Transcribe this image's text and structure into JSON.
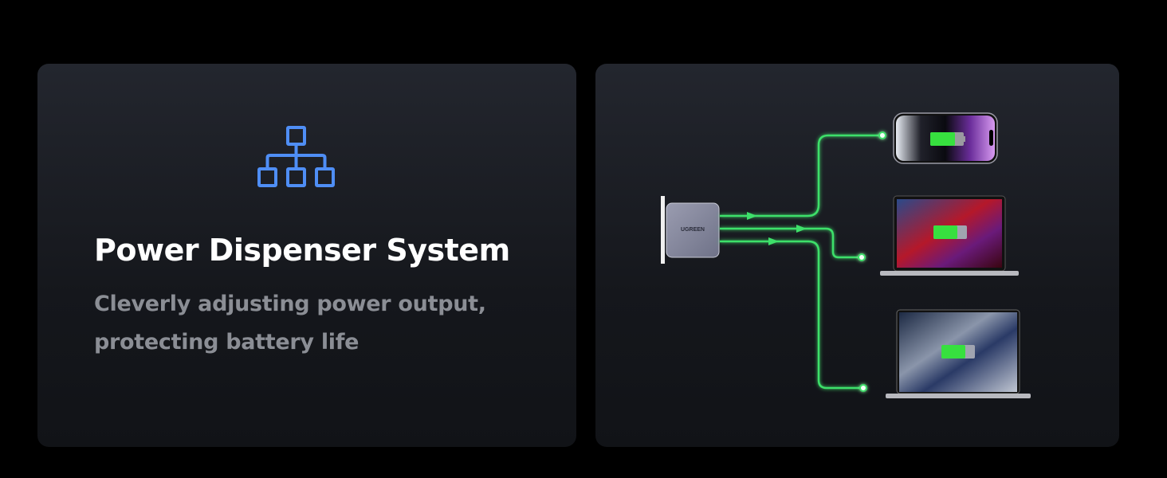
{
  "feature": {
    "icon": "hierarchy-network-icon",
    "title": "Power Dispenser System",
    "subtitle_lines": [
      "Cleverly adjusting power output,",
      "protecting battery life"
    ]
  },
  "diagram": {
    "charger_brand": "UGREEN",
    "devices": [
      "phone",
      "laptop",
      "laptop"
    ],
    "colors": {
      "accent": "#4f8ef5",
      "line": "#3ee06a",
      "battery": "#37e03f"
    }
  }
}
